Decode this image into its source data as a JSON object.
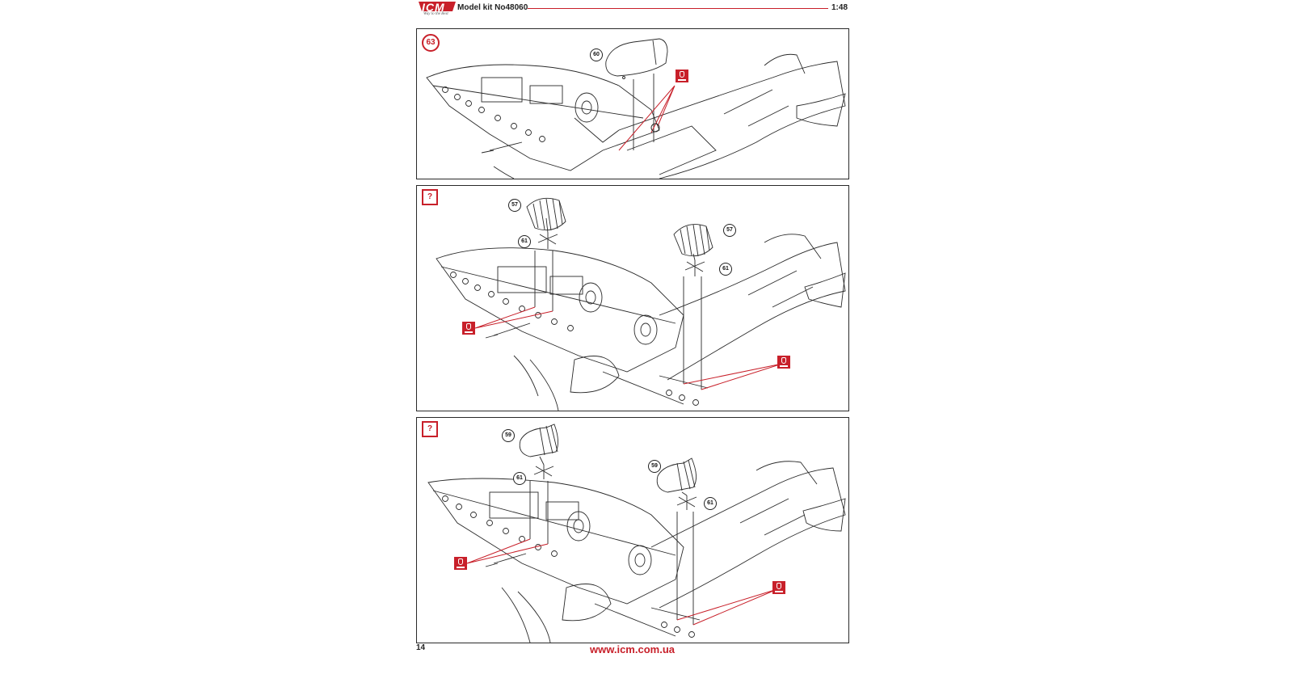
{
  "header": {
    "brand": "ICM",
    "brand_tagline": "Way to the Best",
    "kit_label": "Model kit No48060",
    "scale": "1:48"
  },
  "steps": [
    {
      "marker": "63",
      "marker_style": "circle",
      "parts": [
        "60"
      ]
    },
    {
      "marker": "?",
      "marker_style": "box",
      "parts": [
        "57",
        "61",
        "57",
        "61"
      ]
    },
    {
      "marker": "?",
      "marker_style": "box",
      "parts": [
        "59",
        "61",
        "59",
        "61"
      ]
    }
  ],
  "footer": {
    "page_number": "14",
    "website": "www.icm.com.ua"
  },
  "colors": {
    "accent": "#c8202a",
    "line": "#2a2a2a"
  },
  "icons": {
    "glue": "glue-bottle-icon"
  }
}
